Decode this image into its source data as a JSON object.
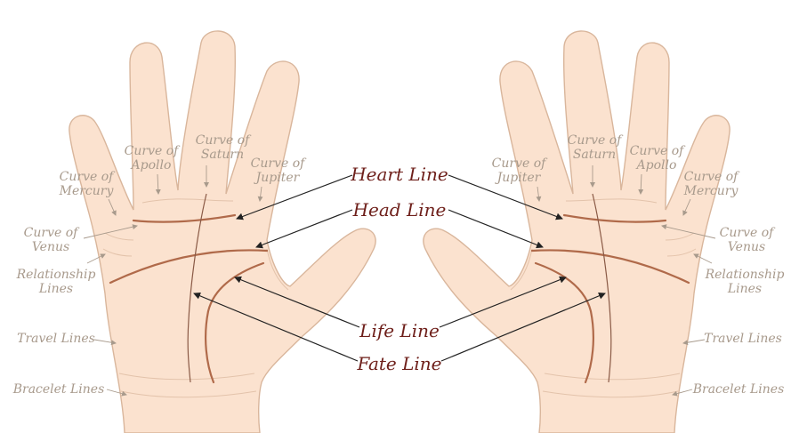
{
  "labels": {
    "heart_line": "Heart Line",
    "head_line": "Head Line",
    "life_line": "Life Line",
    "fate_line": "Fate Line",
    "curve_of": "Curve of",
    "apollo": "Apollo",
    "saturn": "Saturn",
    "jupiter": "Jupiter",
    "mercury": "Mercury",
    "venus": "Venus",
    "relationship": "Relationship",
    "lines": "Lines",
    "travel_lines": "Travel Lines",
    "bracelet_lines": "Bracelet Lines"
  },
  "colors": {
    "skin": "#fbe2cf",
    "main_label": "#6e1f1a",
    "minor_label": "#a89a8c"
  }
}
